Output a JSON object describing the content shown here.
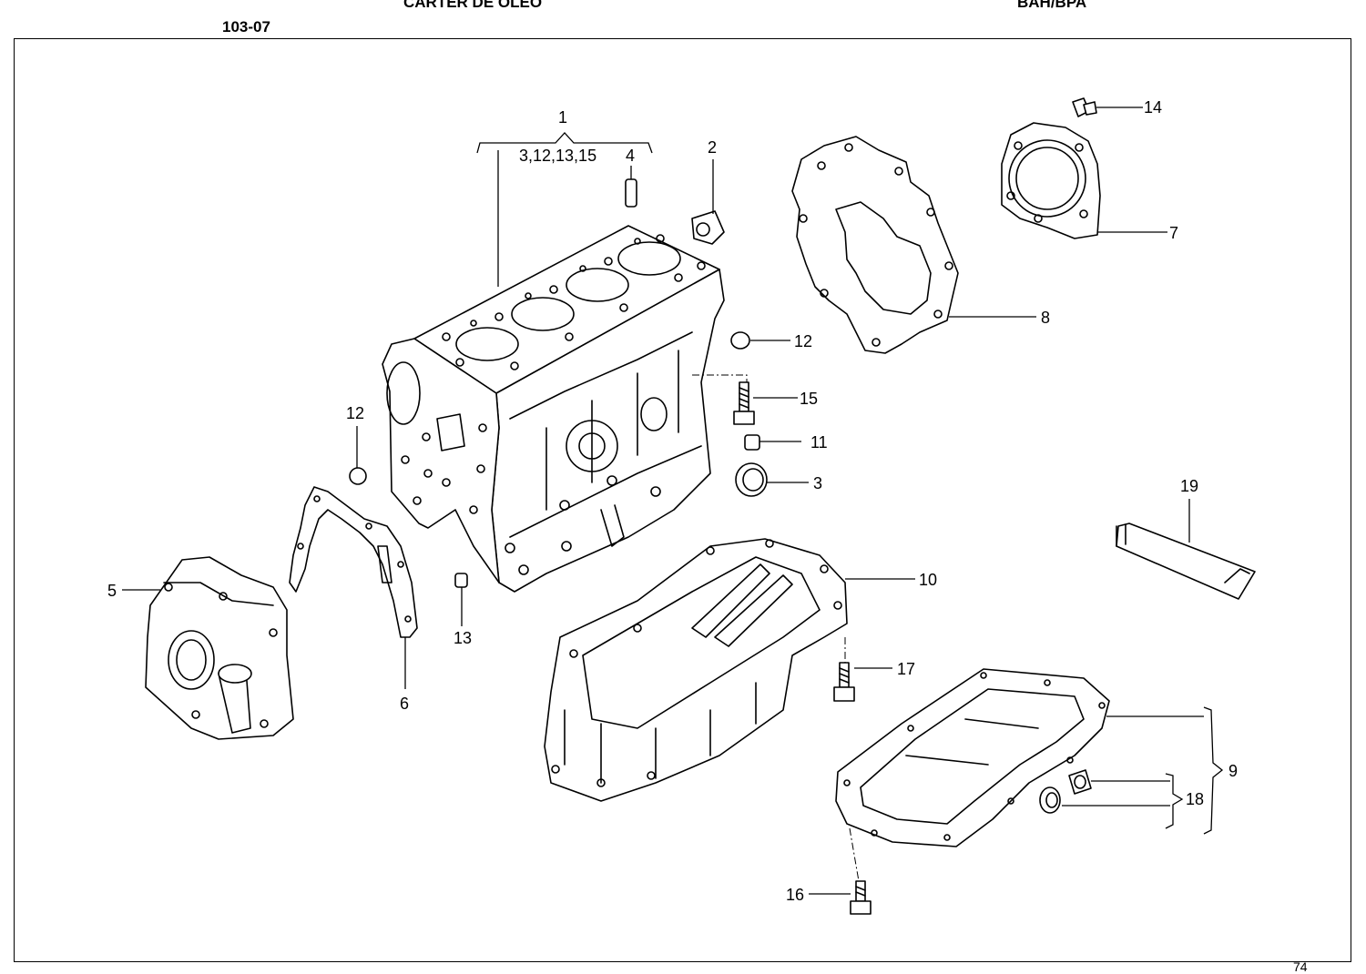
{
  "header": {
    "title": "CARTER DE OLEO",
    "code": "BAH/BPA",
    "section": "103-07",
    "page": "74"
  },
  "callouts": {
    "c1": "1",
    "c1_sub": "3,12,13,15",
    "c2": "2",
    "c3": "3",
    "c4": "4",
    "c5": "5",
    "c6": "6",
    "c7": "7",
    "c8": "8",
    "c9": "9",
    "c10": "10",
    "c11": "11",
    "c12a": "12",
    "c12b": "12",
    "c13": "13",
    "c14": "14",
    "c15": "15",
    "c16": "16",
    "c17": "17",
    "c18": "18",
    "c19": "19"
  }
}
